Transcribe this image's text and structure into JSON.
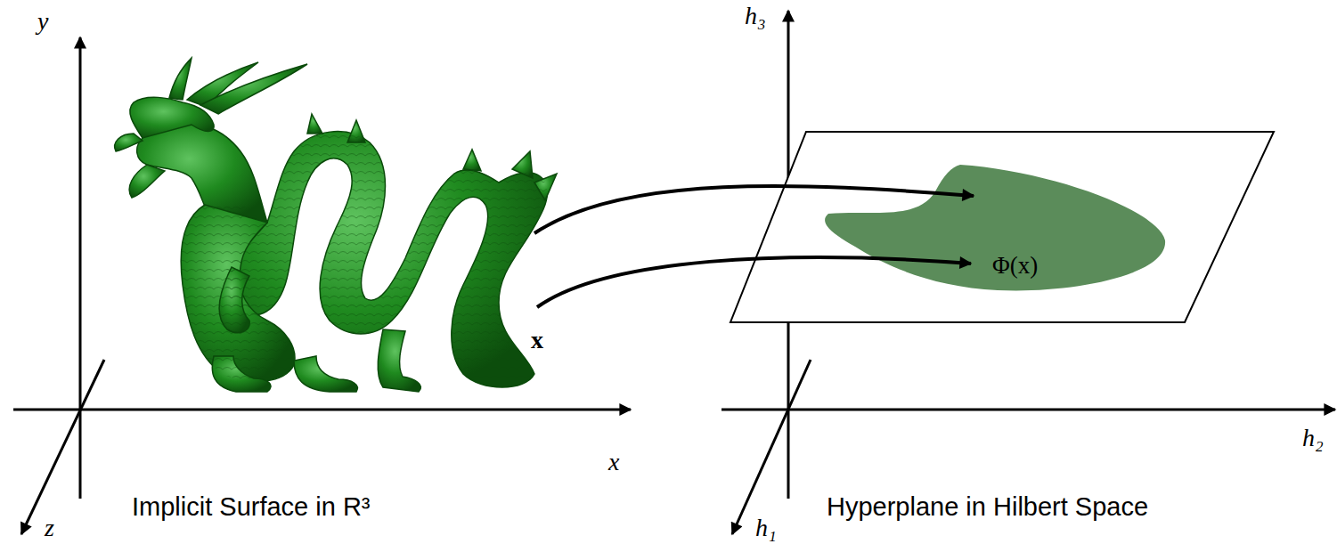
{
  "diagram": {
    "labels": [
      "y",
      "x",
      "z",
      "x",
      "Implicit Surface in R³",
      "h₃",
      "h₂",
      "h₁",
      "Φ(x)",
      "Hyperplane in Hilbert Space"
    ]
  }
}
